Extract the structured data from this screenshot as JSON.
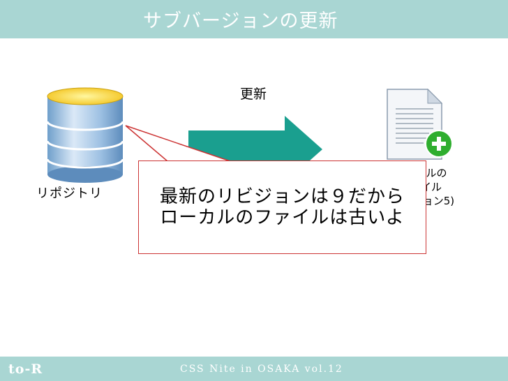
{
  "header": {
    "title": "サブバージョンの更新"
  },
  "diagram": {
    "update_label": "更新",
    "repository_label": "リポジトリ",
    "file_label": "ローカルの\nファイル\n(リビジョン5)",
    "callout_text": "最新のリビジョンは９だから\nローカルのファイルは古いよ"
  },
  "colors": {
    "band": "#a9d6d3",
    "arrow": "#1a9f8f",
    "callout_border": "#cc3333",
    "plus_badge": "#2fae2f"
  },
  "icons": {
    "repository": "database-icon",
    "file": "document-icon",
    "badge": "plus-icon",
    "flow": "arrow-right-icon"
  },
  "footer": {
    "logo": "to-R",
    "event": "CSS Nite in OSAKA vol.12"
  }
}
